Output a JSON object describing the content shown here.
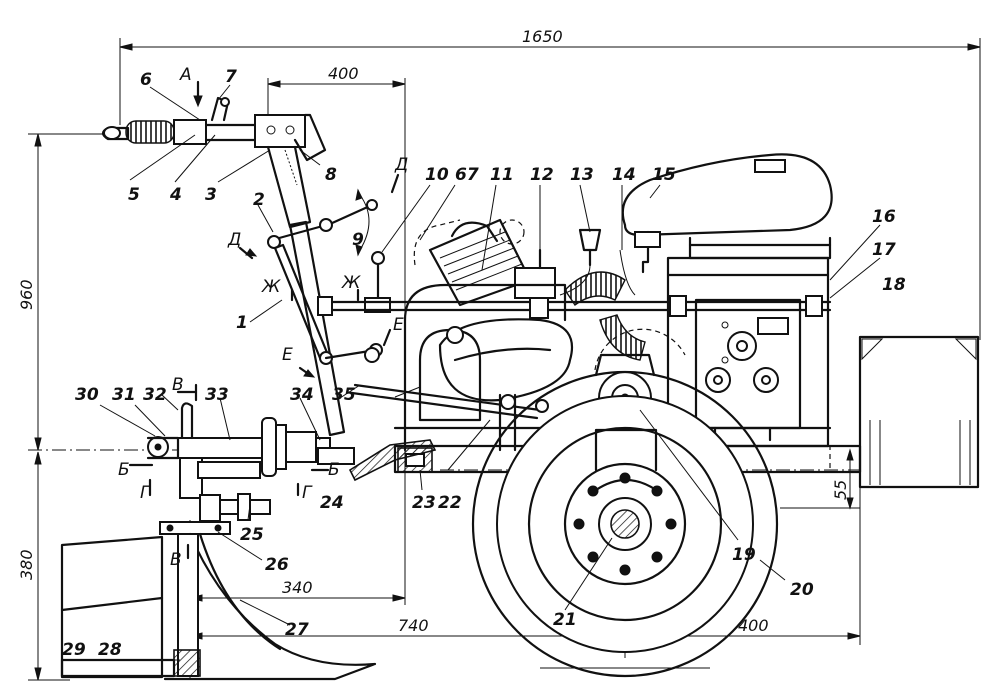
{
  "parts": [
    "1",
    "2",
    "3",
    "4",
    "5",
    "6",
    "7",
    "8",
    "9",
    "10",
    "67",
    "11",
    "12",
    "13",
    "14",
    "15",
    "16",
    "17",
    "18",
    "19",
    "20",
    "21",
    "22",
    "23",
    "24",
    "25",
    "26",
    "27",
    "28",
    "29",
    "30",
    "31",
    "32",
    "33",
    "34",
    "35"
  ],
  "dimensions": {
    "overall_length": "1650",
    "upper_400": "400",
    "height_960": "960",
    "height_380": "380",
    "dim_340": "340",
    "dim_740": "740",
    "lower_400": "400",
    "dim_55": "55"
  },
  "section_marks": {
    "A": "А",
    "B_upper": "В",
    "B_lower": "В",
    "Be": "Б",
    "Be2": "Б",
    "G": "Г",
    "G2": "Г",
    "D": "Д",
    "D2": "Д",
    "E": "Е",
    "E2": "Е",
    "Zh": "Ж",
    "Zh2": "Ж"
  }
}
